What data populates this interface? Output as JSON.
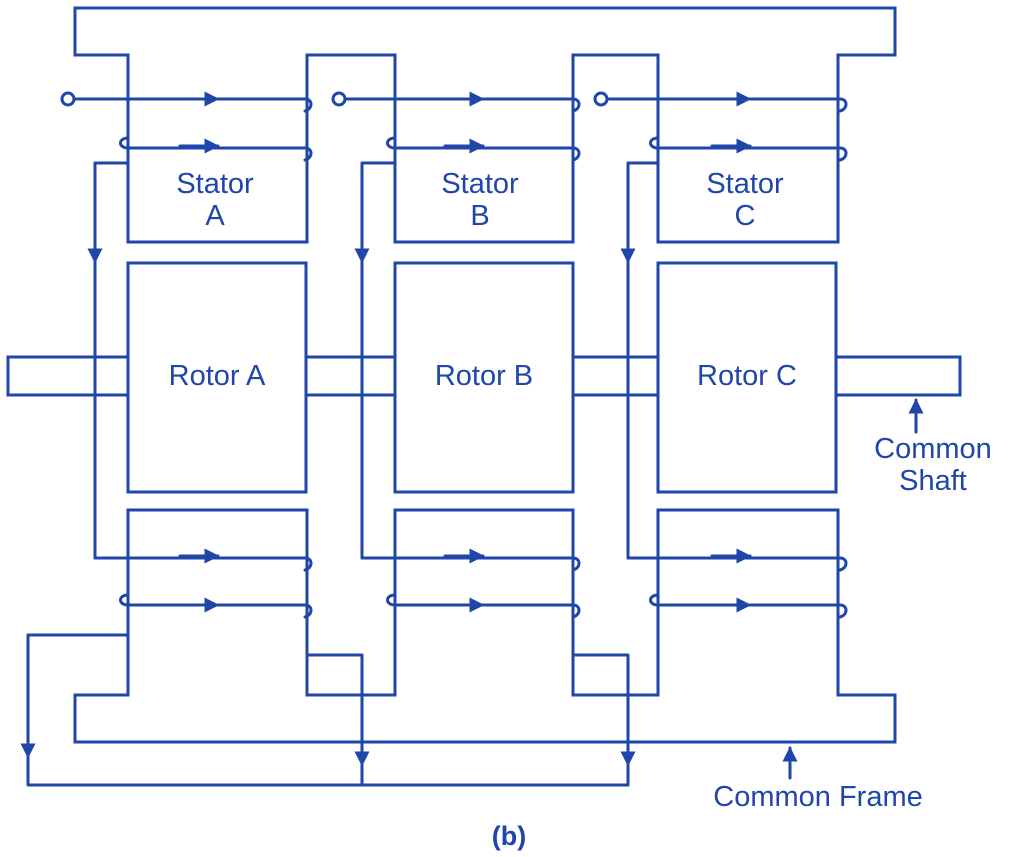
{
  "stators": [
    {
      "line1": "Stator",
      "line2": "A"
    },
    {
      "line1": "Stator",
      "line2": "B"
    },
    {
      "line1": "Stator",
      "line2": "C"
    }
  ],
  "rotors": [
    "Rotor A",
    "Rotor B",
    "Rotor C"
  ],
  "shaft_label": {
    "line1": "Common",
    "line2": "Shaft"
  },
  "frame_label": "Common Frame",
  "caption": "(b)",
  "colors": {
    "line": "#1f46a8",
    "background": "#ffffff"
  }
}
